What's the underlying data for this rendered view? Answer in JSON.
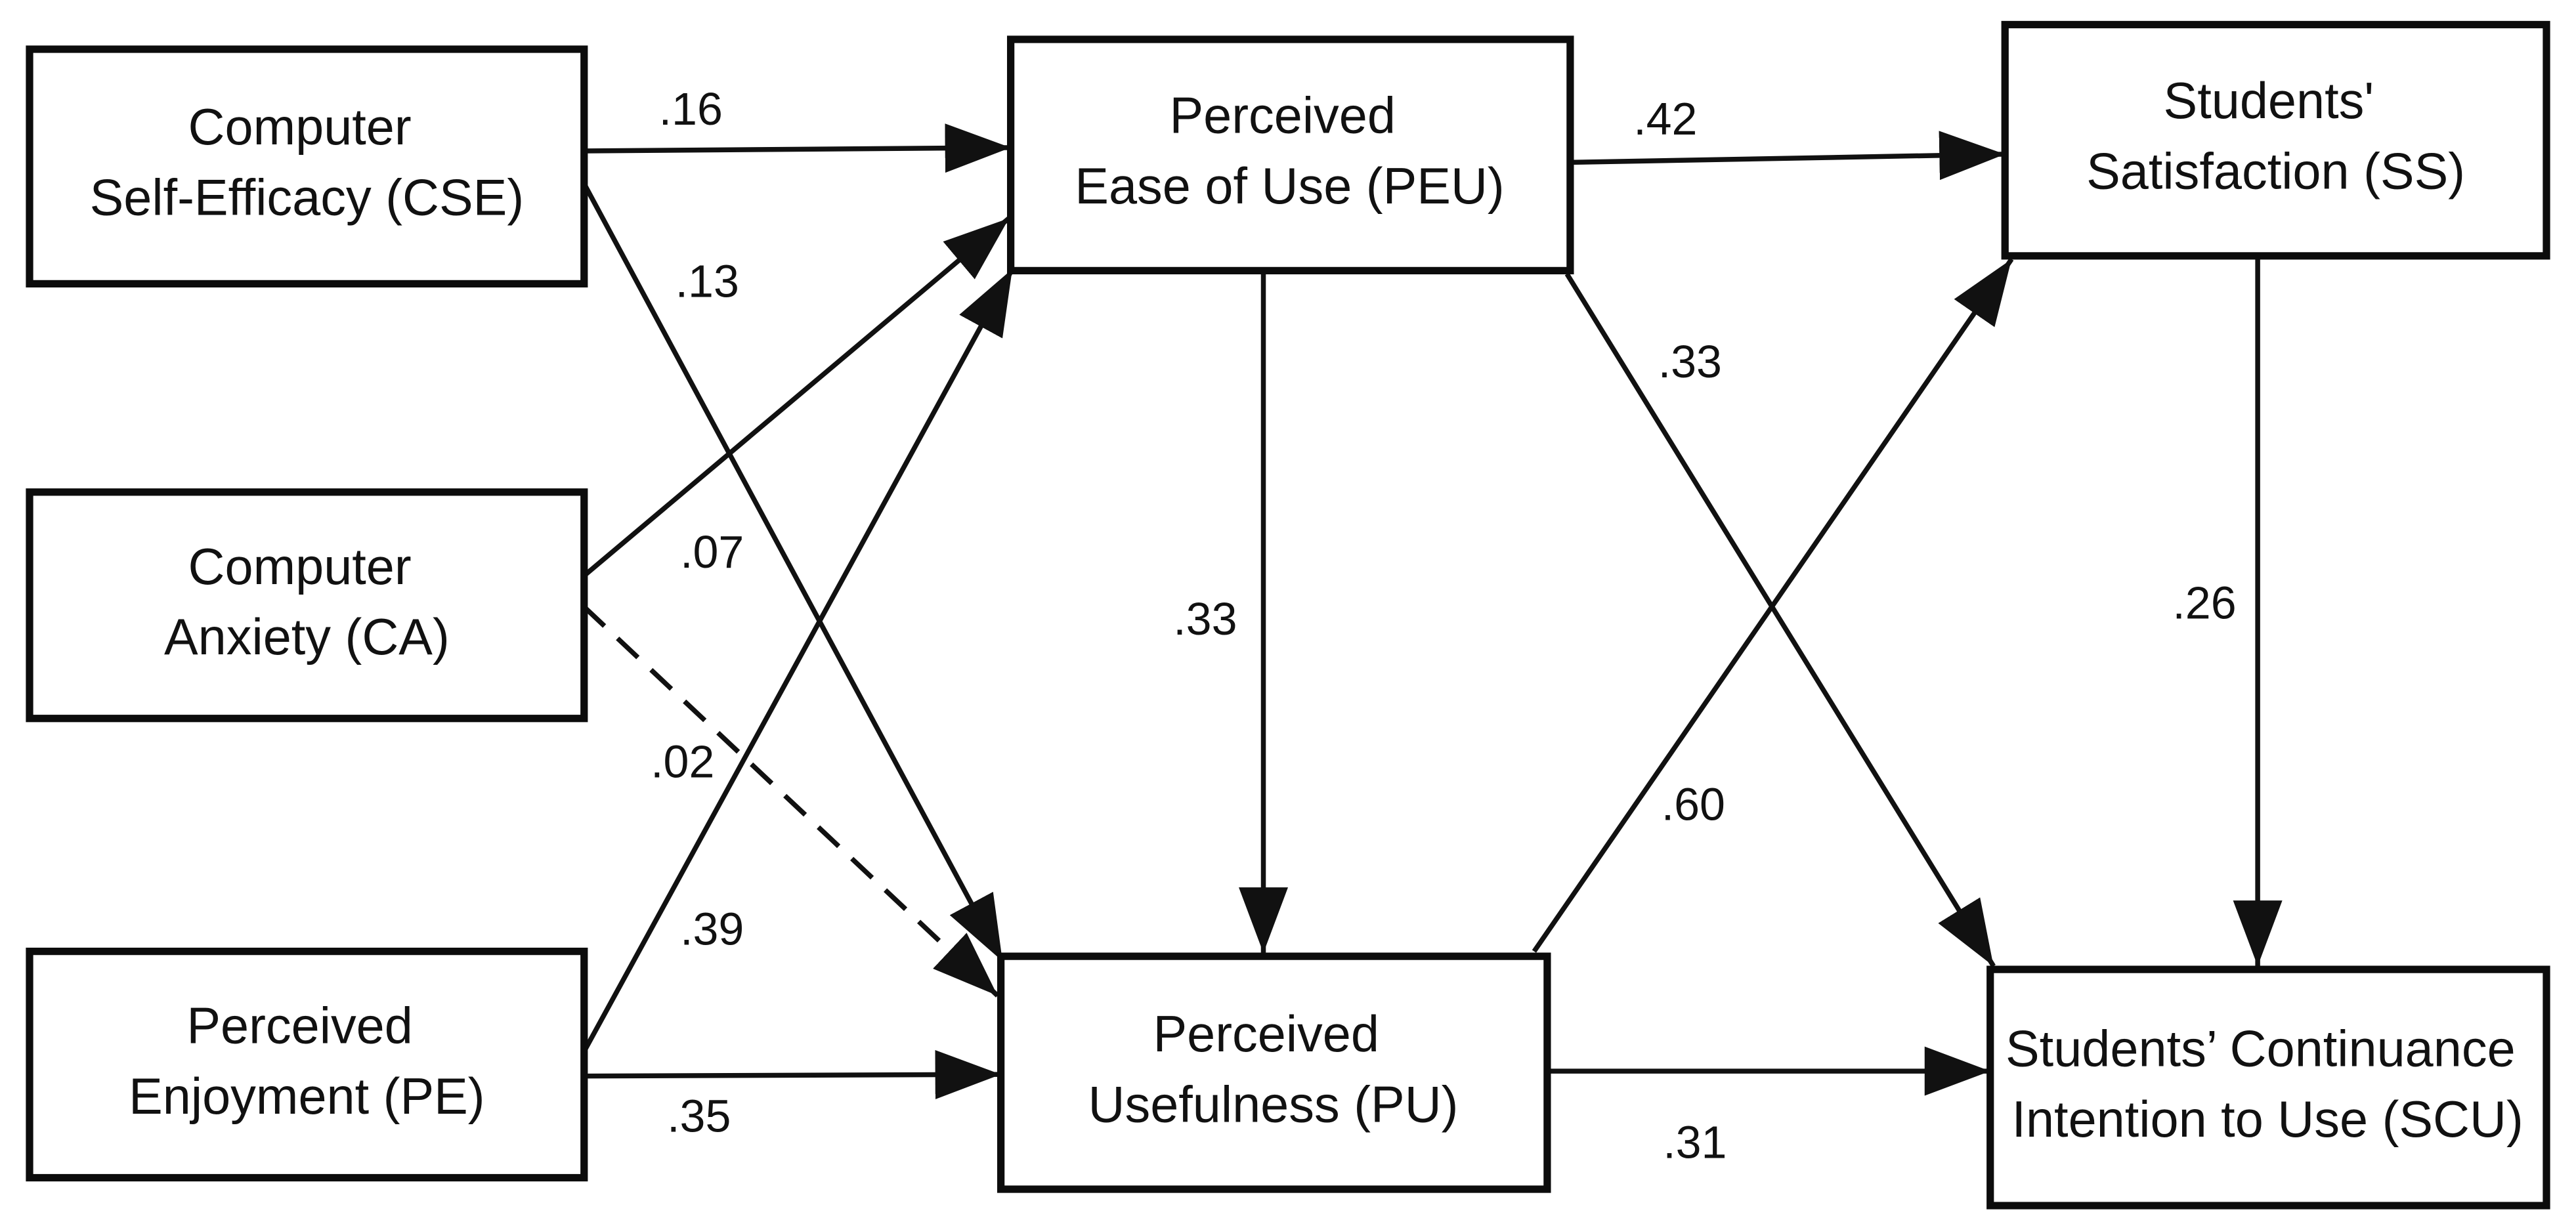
{
  "diagram": {
    "figure_type": "structural-model-path-diagram",
    "nodes": [
      {
        "id": "CSE",
        "line1": "Computer",
        "line2": "Self-Efficacy (CSE)"
      },
      {
        "id": "CA",
        "line1": "Computer",
        "line2": "Anxiety (CA)"
      },
      {
        "id": "PE",
        "line1": "Perceived",
        "line2": "Enjoyment (PE)"
      },
      {
        "id": "PEU",
        "line1": "Perceived",
        "line2": "Ease of Use (PEU)"
      },
      {
        "id": "PU",
        "line1": "Perceived",
        "line2": "Usefulness (PU)"
      },
      {
        "id": "SS",
        "line1": "Students'",
        "line2": "Satisfaction (SS)"
      },
      {
        "id": "SCU",
        "line1": "Students’ Continuance",
        "line2": "Intention to Use (SCU)"
      }
    ],
    "paths": [
      {
        "from": "CSE",
        "to": "PEU",
        "coefficient": ".16",
        "style": "solid"
      },
      {
        "from": "CSE",
        "to": "PU",
        "coefficient": ".13",
        "style": "solid"
      },
      {
        "from": "CA",
        "to": "PEU",
        "coefficient": ".07",
        "style": "solid"
      },
      {
        "from": "CA",
        "to": "PU",
        "coefficient": ".02",
        "style": "dashed"
      },
      {
        "from": "PE",
        "to": "PEU",
        "coefficient": ".39",
        "style": "solid"
      },
      {
        "from": "PE",
        "to": "PU",
        "coefficient": ".35",
        "style": "solid"
      },
      {
        "from": "PEU",
        "to": "SS",
        "coefficient": ".42",
        "style": "solid"
      },
      {
        "from": "PEU",
        "to": "PU",
        "coefficient": ".33",
        "style": "solid"
      },
      {
        "from": "PEU",
        "to": "SCU",
        "coefficient": ".33",
        "style": "solid"
      },
      {
        "from": "PU",
        "to": "SS",
        "coefficient": ".60",
        "style": "solid"
      },
      {
        "from": "PU",
        "to": "SCU",
        "coefficient": ".31",
        "style": "solid"
      },
      {
        "from": "SS",
        "to": "SCU",
        "coefficient": ".26",
        "style": "solid"
      }
    ],
    "colors": {
      "line": "#111111",
      "box_border": "#0c0c0c",
      "box_fill": "#ffffff",
      "background": "#ffffff",
      "text": "#111111"
    }
  }
}
